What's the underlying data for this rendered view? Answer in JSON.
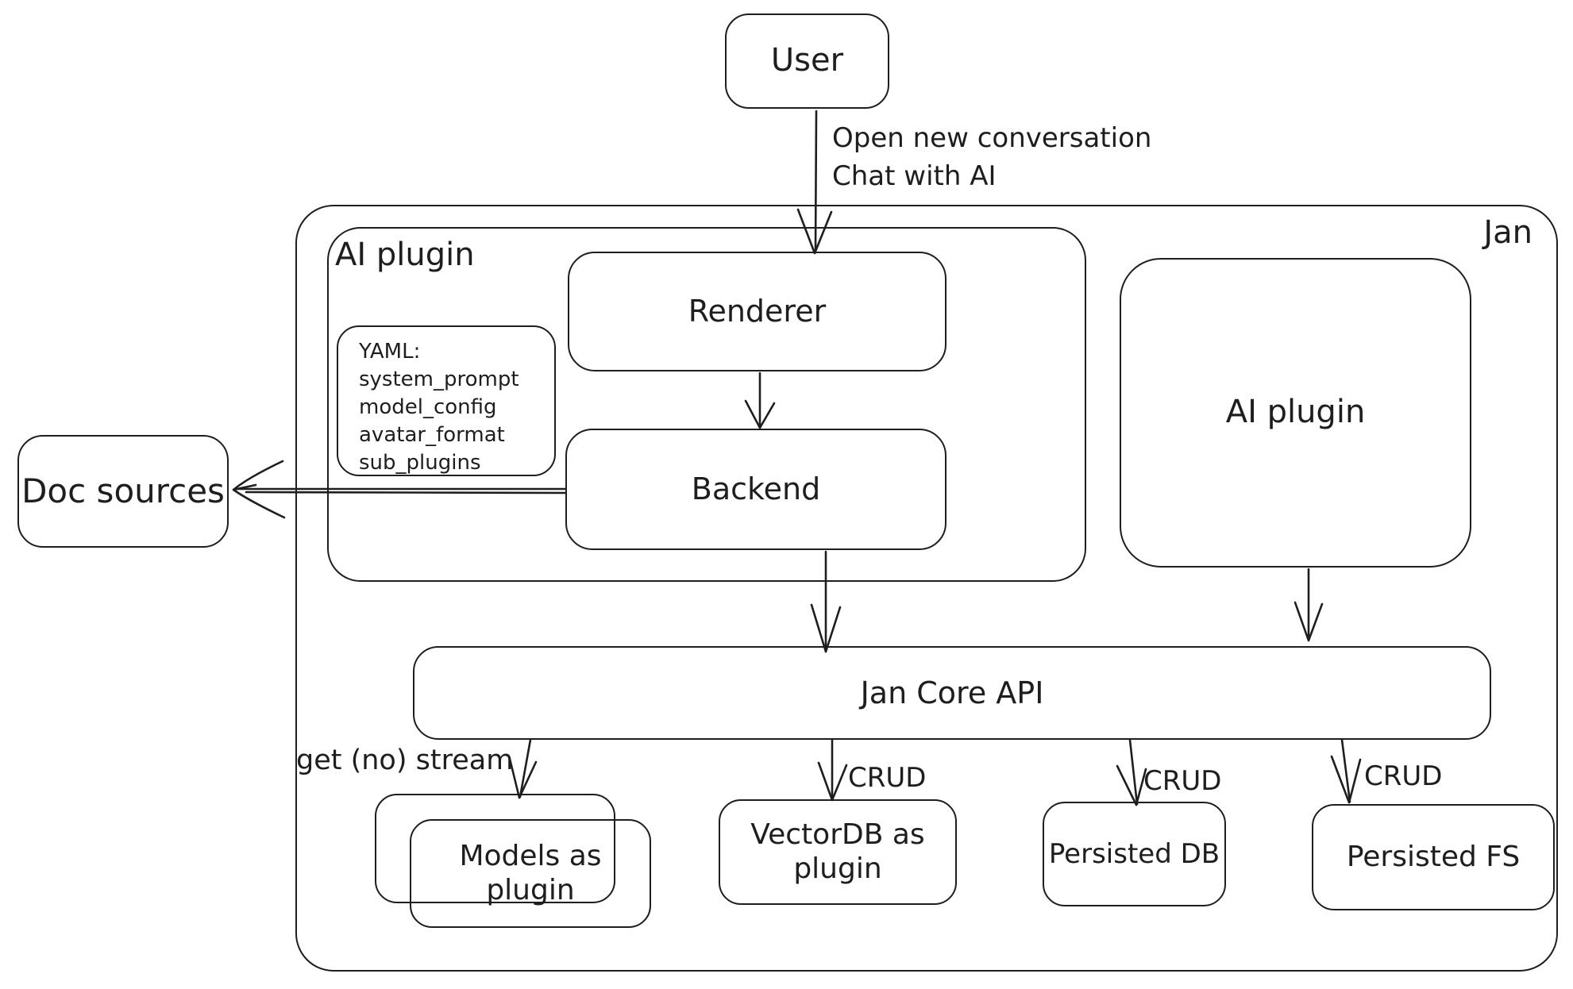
{
  "canvas": {
    "background": "#ffffff",
    "stroke_color": "#1e1e1e"
  },
  "nodes": {
    "user": {
      "label": "User"
    },
    "jan": {
      "label": "Jan"
    },
    "ai_plugin_group": {
      "label": "AI plugin"
    },
    "renderer": {
      "label": "Renderer"
    },
    "backend": {
      "label": "Backend"
    },
    "yaml_note": {
      "title": "YAML:",
      "lines": [
        "system_prompt",
        "model_config",
        "avatar_format",
        "sub_plugins"
      ]
    },
    "ai_plugin_right": {
      "label": "AI plugin"
    },
    "doc_sources": {
      "label": "Doc sources"
    },
    "jan_core_api": {
      "label": "Jan Core API"
    },
    "models_as_plugin": {
      "line1": "Models as",
      "line2": "plugin"
    },
    "vectordb_as_plugin": {
      "line1": "VectorDB as",
      "line2": "plugin"
    },
    "persisted_db": {
      "label": "Persisted DB"
    },
    "persisted_fs": {
      "label": "Persisted FS"
    }
  },
  "edges": {
    "user_to_renderer": {
      "line1": "Open new conversation",
      "line2": "Chat with AI"
    },
    "api_to_models": {
      "label": "get (no) stream"
    },
    "api_to_vectordb": {
      "label": "CRUD"
    },
    "api_to_persisted_db": {
      "label": "CRUD"
    },
    "api_to_persisted_fs": {
      "label": "CRUD"
    }
  }
}
